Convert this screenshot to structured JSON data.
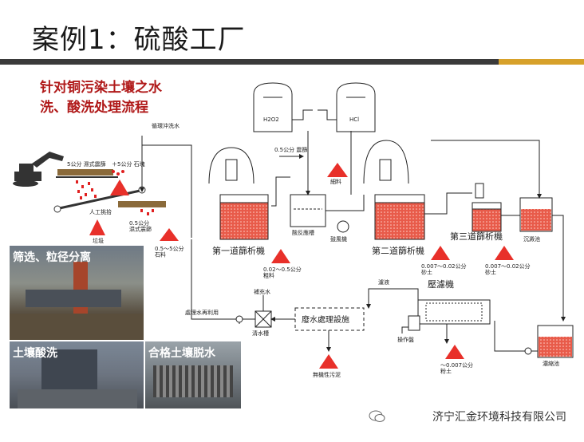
{
  "page_title": "案例1：硫酸工厂",
  "subtitle": [
    "针对铜污染土壤之水",
    "洗、酸洗处理流程"
  ],
  "photos": [
    {
      "label": "筛选、粒径分离"
    },
    {
      "label": "土壤酸洗"
    },
    {
      "label": "合格土壤脱水"
    }
  ],
  "tanks": {
    "h2o2": "H2O2",
    "hcl": "HCl"
  },
  "labels": {
    "chem_rinse": "循環沖洗水",
    "screen_5cm": "5公分 濕式震篩",
    "gravel_5cm": "＋5公分 石塊",
    "manual_pick": "人工挑拾",
    "waste": "垃圾",
    "screen_05cm": "0.5公分\n濕式震篩",
    "gravel_05_5": "0.5～5公分\n石料",
    "screen_05_top": "0.5公分 震篩",
    "sep_tank": "酸反應槽",
    "blower": "鼓風機",
    "fine_material": "細料",
    "first_sieve": "第一道篩析機",
    "second_sieve": "第二道篩析機",
    "third_sieve": "第三道篩析機",
    "coarse_002_05": "0.02～0.5公分\n粗料",
    "sand_0007_002": "0.007～0.02公分\n砂土",
    "sand_0007_002b": "0.007～0.02公分\n砂土",
    "settling_tank": "沉澱池",
    "filter_press": "壓濾機",
    "filtrate": "濾液",
    "makeup_water": "補充水",
    "clean_tank": "清水槽",
    "recycle_water": "處理水再利用",
    "wastewater": "廢水處理設施",
    "console": "操作盤",
    "fines": "～0.007公分\n粉土",
    "thickener": "濃縮池",
    "sludge": "無機性污泥"
  },
  "footer": "济宁汇金环境科技有限公司"
}
